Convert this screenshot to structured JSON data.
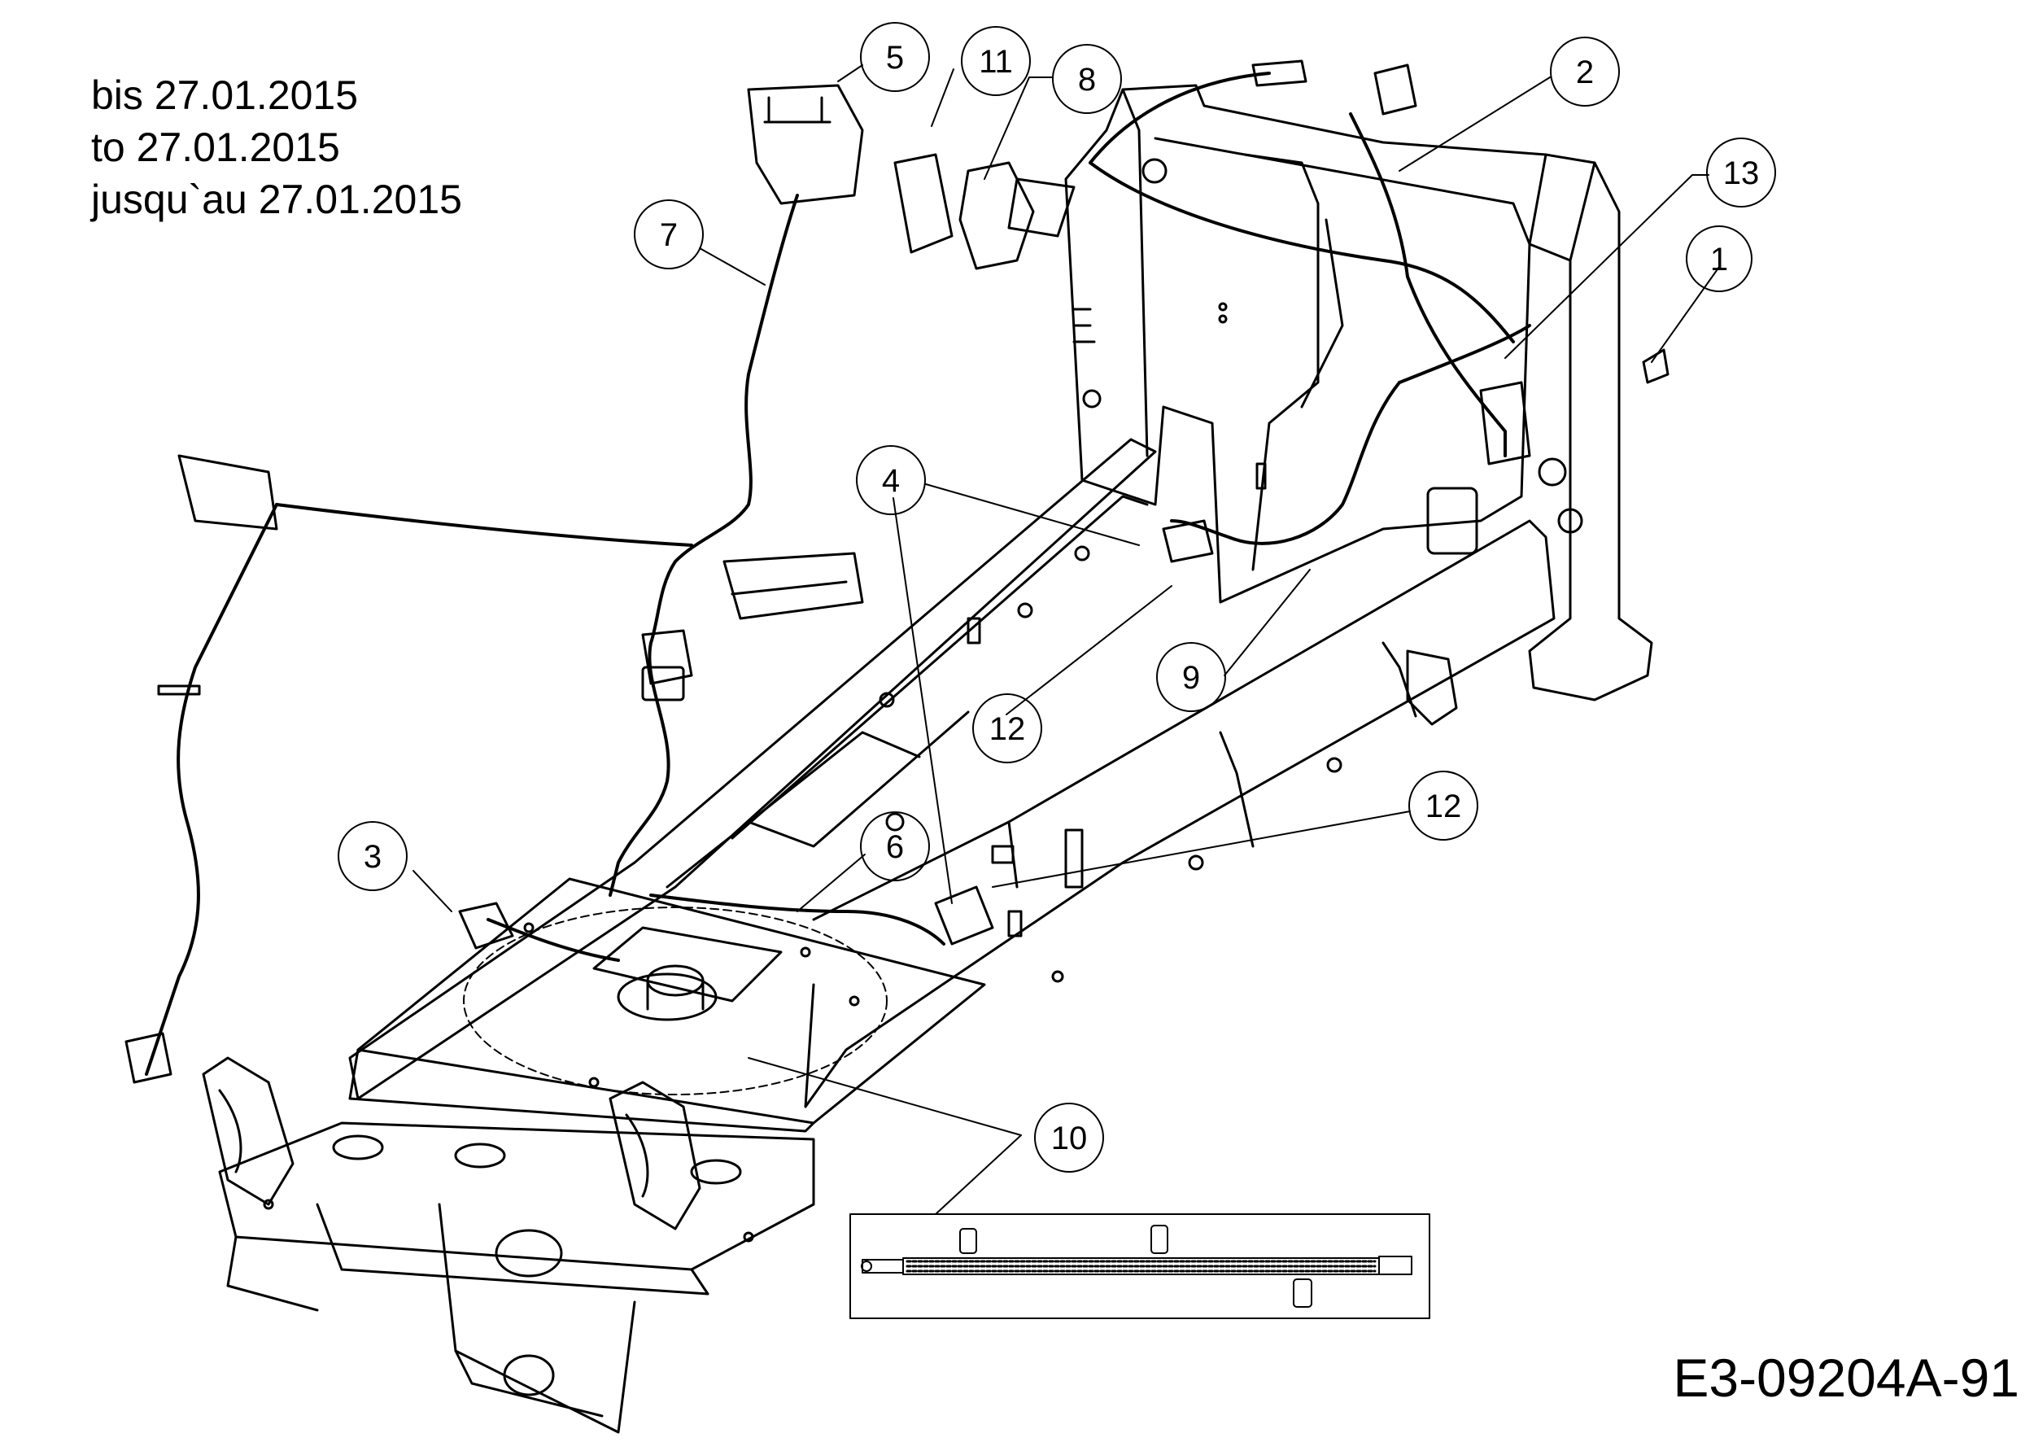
{
  "validity_note": {
    "de": "bis 27.01.2015",
    "en": "to 27.01.2015",
    "fr": "jusqu`au 27.01.2015"
  },
  "drawing_code": "E3-09204A-91",
  "callouts": [
    {
      "id": "callout-5",
      "label": "5"
    },
    {
      "id": "callout-11",
      "label": "11"
    },
    {
      "id": "callout-8",
      "label": "8"
    },
    {
      "id": "callout-2",
      "label": "2"
    },
    {
      "id": "callout-13",
      "label": "13"
    },
    {
      "id": "callout-1",
      "label": "1"
    },
    {
      "id": "callout-7",
      "label": "7"
    },
    {
      "id": "callout-4",
      "label": "4"
    },
    {
      "id": "callout-9",
      "label": "9"
    },
    {
      "id": "callout-12a",
      "label": "12"
    },
    {
      "id": "callout-12b",
      "label": "12"
    },
    {
      "id": "callout-3",
      "label": "3"
    },
    {
      "id": "callout-6",
      "label": "6"
    },
    {
      "id": "callout-10",
      "label": "10"
    }
  ],
  "colors": {
    "ink": "#000000",
    "paper": "#ffffff"
  }
}
